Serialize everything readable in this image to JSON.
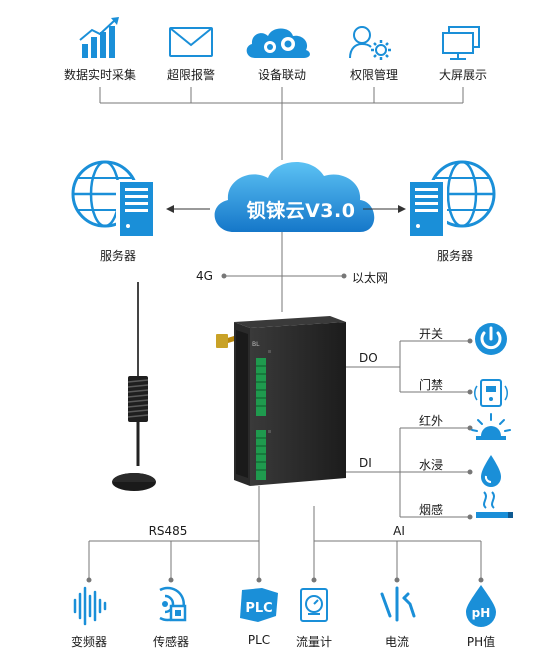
{
  "top_functions": [
    {
      "label": "数据实时采集",
      "icon": "bar-chart-icon"
    },
    {
      "label": "超限报警",
      "icon": "envelope-icon"
    },
    {
      "label": "设备联动",
      "icon": "gears-cloud-icon"
    },
    {
      "label": "权限管理",
      "icon": "user-gear-icon"
    },
    {
      "label": "大屏展示",
      "icon": "monitor-icon"
    }
  ],
  "cloud": {
    "title": "钡铼云V3.0"
  },
  "servers": [
    {
      "label": "服务器"
    },
    {
      "label": "服务器"
    }
  ],
  "links": {
    "left": "4G",
    "right": "以太网"
  },
  "do_group": {
    "label": "DO",
    "items": [
      {
        "label": "开关",
        "icon": "power-icon"
      },
      {
        "label": "门禁",
        "icon": "access-control-icon"
      }
    ]
  },
  "di_group": {
    "label": "DI",
    "items": [
      {
        "label": "红外",
        "icon": "infrared-icon"
      },
      {
        "label": "水浸",
        "icon": "water-drop-icon"
      },
      {
        "label": "烟感",
        "icon": "smoke-icon"
      }
    ]
  },
  "bus_left": "RS485",
  "bus_right": "AI",
  "bottom_devices": [
    {
      "label": "变频器",
      "icon": "inverter-icon"
    },
    {
      "label": "传感器",
      "icon": "sensor-icon"
    },
    {
      "label": "PLC",
      "icon": "plc-icon"
    },
    {
      "label": "流量计",
      "icon": "flowmeter-icon"
    },
    {
      "label": "电流",
      "icon": "current-icon"
    },
    {
      "label": "PH值",
      "icon": "ph-icon"
    }
  ],
  "colors": {
    "blue": "#1a8fd8",
    "line": "#6b6b6b",
    "device": "#252525",
    "terminal": "#1f9a4e"
  }
}
